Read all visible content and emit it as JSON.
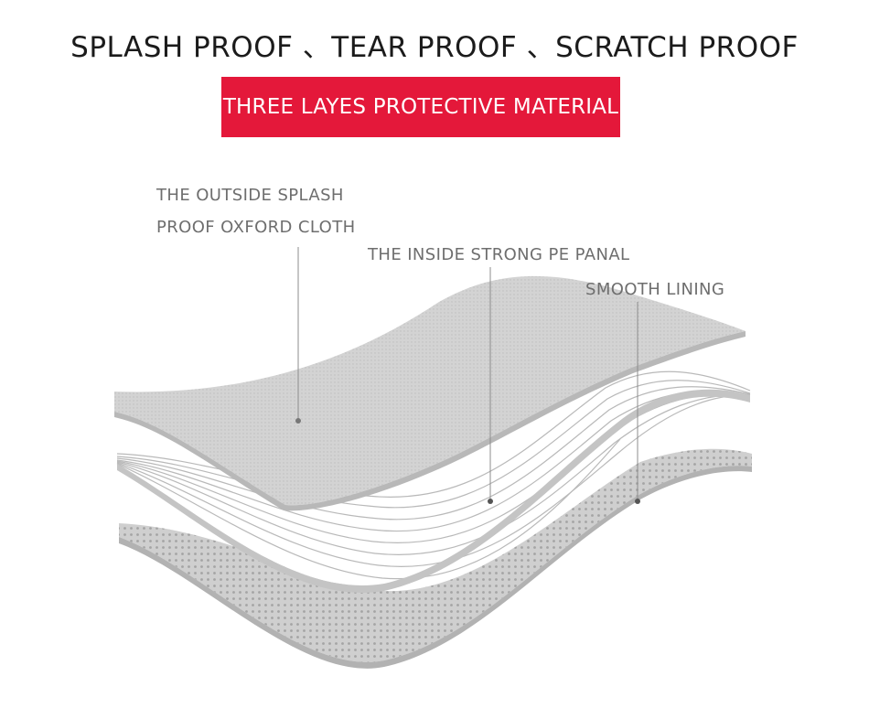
{
  "header": {
    "headline": "SPLASH PROOF 、TEAR PROOF 、SCRATCH PROOF",
    "banner": "THREE LAYES PROTECTIVE MATERIAL"
  },
  "layers": {
    "outer_label_line1": "THE OUTSIDE SPLASH",
    "outer_label_line2": "PROOF OXFORD CLOTH",
    "middle_label": "THE INSIDE STRONG PE PANAL",
    "inner_label": "SMOOTH LINING"
  },
  "colors": {
    "banner": "#e4183a",
    "layer_fill": "#d2d2d2",
    "label_text": "#6e6e6e"
  }
}
